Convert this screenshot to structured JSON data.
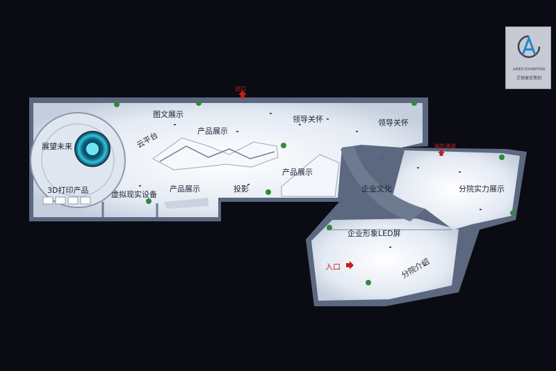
{
  "logo": {
    "brand_en": "AIRED EXHIBITION",
    "brand_cn": "艾锐展览策划",
    "accent": "#1e88c8"
  },
  "zones": {
    "future": "展望未来",
    "print3d": "3D打印产品",
    "vr": "虚拟现实设备",
    "graphic": "图文展示",
    "cloud": "云平台",
    "product1": "产品展示",
    "product2": "产品展示",
    "product3": "产品展示",
    "projection": "投影",
    "leader1": "领导关怀",
    "leader2": "领导关怀",
    "culture": "企业文化",
    "branch_strength": "分院实力展示",
    "led": "企业形象LED屏",
    "branch_intro": "分院介绍",
    "entrance": "入口"
  },
  "exits": {
    "exit_top": "出口",
    "exit_right": "消防通道"
  },
  "colors": {
    "background": "#0b0b14",
    "floor": "#e6ecf4",
    "wall": "#5d6a80",
    "ring": "#2fc4e0",
    "sign": "#c0201a"
  }
}
